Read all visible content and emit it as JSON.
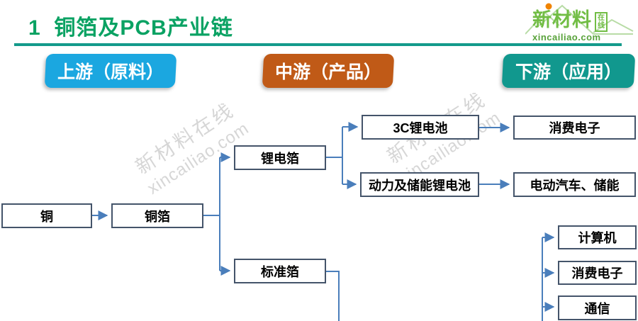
{
  "header": {
    "title": "1  铜箔及PCB产业链",
    "title_color": "#0aa263",
    "rule_color": "#149a8b",
    "logo": {
      "name": "新材料",
      "badge": "在线",
      "domain": "xincailiao.com",
      "green": "#71bd44",
      "sun_color": "#f08300"
    }
  },
  "stages": [
    {
      "label": "上游（原料）",
      "color": "#1ba7e0"
    },
    {
      "label": "中游（产品）",
      "color": "#c05a17"
    },
    {
      "label": "下游（应用）",
      "color": "#11988e"
    }
  ],
  "diagram": {
    "connector_color": "#4a7ebb",
    "box_border_color": "#44546a",
    "nodes": {
      "copper": {
        "label": "铜"
      },
      "copper_foil": {
        "label": "铜箔"
      },
      "li_battery_foil": {
        "label": "锂电箔"
      },
      "standard_foil": {
        "label": "标准箔"
      },
      "battery_3c": {
        "label": "3C锂电池"
      },
      "power_storage_battery": {
        "label": "动力及储能锂电池"
      },
      "consumer_electronics_1": {
        "label": "消费电子"
      },
      "ev_and_storage": {
        "label": "电动汽车、储能"
      },
      "computer": {
        "label": "计算机"
      },
      "consumer_electronics_2": {
        "label": "消费电子"
      },
      "communication": {
        "label": "通信"
      }
    }
  },
  "watermark": {
    "line1": "新材料在线",
    "line2": "xincailiao.com"
  }
}
